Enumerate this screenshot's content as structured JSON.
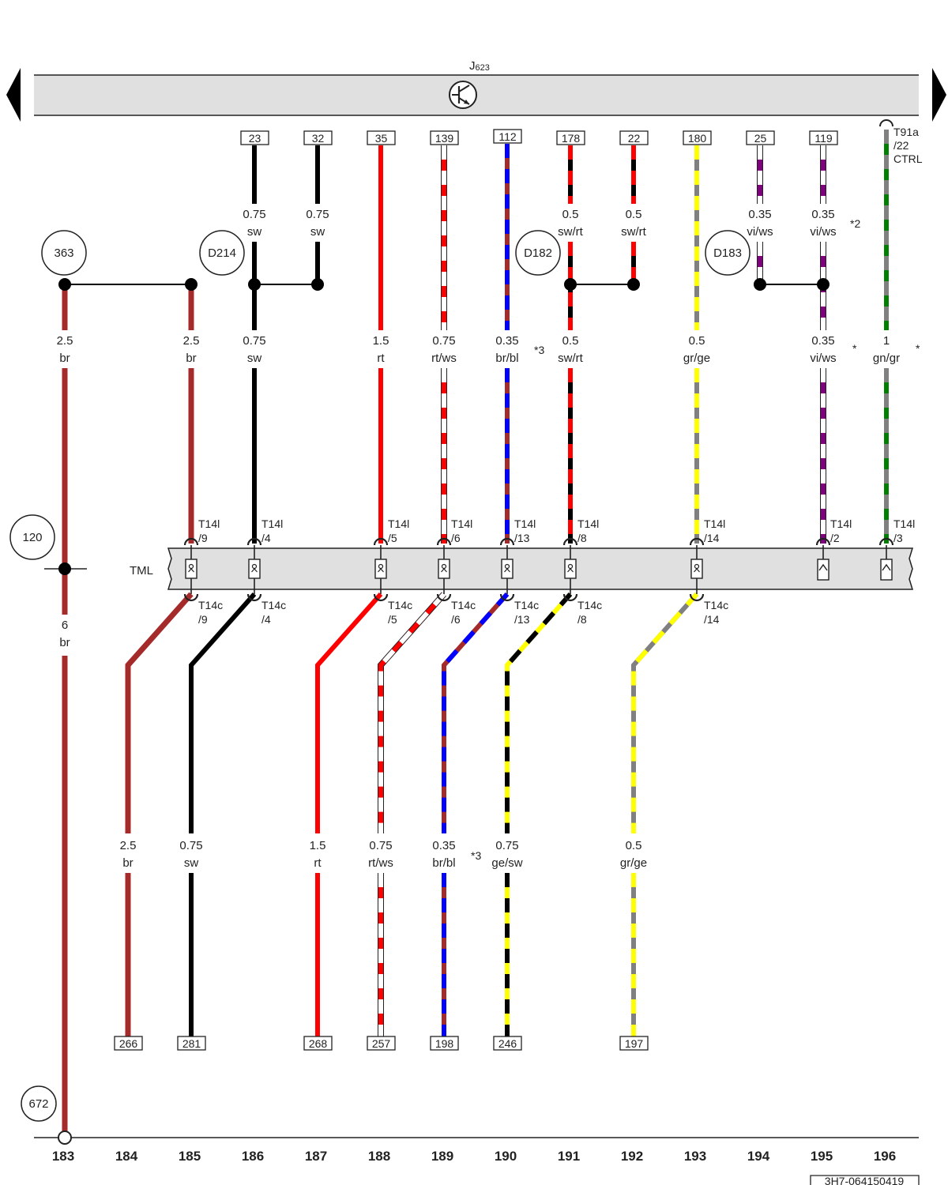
{
  "top_component": {
    "label": "J",
    "sub": "623",
    "icon": "transistor-icon"
  },
  "tml_label": "TML",
  "doc_id": "3H7-064150419",
  "circles": [
    "363",
    "D214",
    "D182",
    "D183",
    "120",
    "672"
  ],
  "col_numbers": [
    "183",
    "184",
    "185",
    "186",
    "187",
    "188",
    "189",
    "190",
    "191",
    "192",
    "193",
    "194",
    "195",
    "196"
  ],
  "colors": {
    "br": "#a52a2a",
    "sw": "#000000",
    "rt": "#ff0000",
    "ws": "#ffffff",
    "bl": "#0000ff",
    "gr": "#808080",
    "ge": "#ffff00",
    "vi": "#800080",
    "gn": "#008000",
    "housing": "#e0e0e0"
  },
  "top_terminals": [
    {
      "num": "23"
    },
    {
      "num": "32"
    },
    {
      "num": "35"
    },
    {
      "num": "139"
    },
    {
      "num": "112"
    },
    {
      "num": "178"
    },
    {
      "num": "22"
    },
    {
      "num": "180"
    },
    {
      "num": "25"
    },
    {
      "num": "119"
    }
  ],
  "t91a": {
    "line1": "T91a",
    "line2": "/22",
    "line3": "CTRL"
  },
  "wire_labels": [
    {
      "size": "0.75",
      "color": "sw"
    },
    {
      "size": "0.75",
      "color": "sw"
    },
    {
      "size": "0.5",
      "color": "sw/rt"
    },
    {
      "size": "0.5",
      "color": "sw/rt"
    },
    {
      "size": "0.35",
      "color": "vi/ws"
    },
    {
      "size": "0.35",
      "color": "vi/ws"
    },
    {
      "size": "2.5",
      "color": "br"
    },
    {
      "size": "2.5",
      "color": "br"
    },
    {
      "size": "0.75",
      "color": "sw"
    },
    {
      "size": "1.5",
      "color": "rt"
    },
    {
      "size": "0.75",
      "color": "rt/ws"
    },
    {
      "size": "0.35",
      "color": "br/bl"
    },
    {
      "size": "0.5",
      "color": "sw/rt"
    },
    {
      "size": "0.5",
      "color": "gr/ge"
    },
    {
      "size": "0.35",
      "color": "vi/ws"
    },
    {
      "size": "1",
      "color": "gn/gr"
    },
    {
      "size": "6",
      "color": "br"
    },
    {
      "size": "2.5",
      "color": "br"
    },
    {
      "size": "0.75",
      "color": "sw"
    },
    {
      "size": "1.5",
      "color": "rt"
    },
    {
      "size": "0.75",
      "color": "rt/ws"
    },
    {
      "size": "0.35",
      "color": "br/bl"
    },
    {
      "size": "0.75",
      "color": "ge/sw"
    },
    {
      "size": "0.5",
      "color": "gr/ge"
    }
  ],
  "footnotes": [
    "*2",
    "*3",
    "*",
    "*",
    "*3"
  ],
  "t14l": [
    {
      "pin": "T14l",
      "sub": "/9"
    },
    {
      "pin": "T14l",
      "sub": "/4"
    },
    {
      "pin": "T14l",
      "sub": "/5"
    },
    {
      "pin": "T14l",
      "sub": "/6"
    },
    {
      "pin": "T14l",
      "sub": "/13"
    },
    {
      "pin": "T14l",
      "sub": "/8"
    },
    {
      "pin": "T14l",
      "sub": "/14"
    },
    {
      "pin": "T14l",
      "sub": "/2"
    },
    {
      "pin": "T14l",
      "sub": "/3"
    }
  ],
  "t14c": [
    {
      "pin": "T14c",
      "sub": "/9"
    },
    {
      "pin": "T14c",
      "sub": "/4"
    },
    {
      "pin": "T14c",
      "sub": "/5"
    },
    {
      "pin": "T14c",
      "sub": "/6"
    },
    {
      "pin": "T14c",
      "sub": "/13"
    },
    {
      "pin": "T14c",
      "sub": "/8"
    },
    {
      "pin": "T14c",
      "sub": "/14"
    }
  ],
  "bottom_terminals": [
    {
      "num": "266"
    },
    {
      "num": "281"
    },
    {
      "num": "268"
    },
    {
      "num": "257"
    },
    {
      "num": "198"
    },
    {
      "num": "246"
    },
    {
      "num": "197"
    }
  ]
}
